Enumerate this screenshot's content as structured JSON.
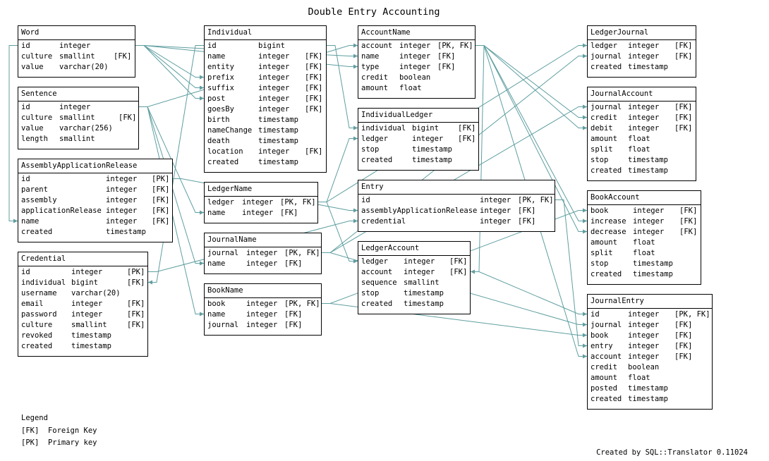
{
  "title": "Double Entry Accounting",
  "footer": "Created by SQL::Translator 0.11024",
  "legend": {
    "heading": "Legend",
    "items": [
      {
        "tag": "[FK]",
        "meaning": "Foreign Key"
      },
      {
        "tag": "[PK]",
        "meaning": "Primary key"
      }
    ]
  },
  "colors": {
    "line": "#5f9ea0",
    "border": "#000000",
    "background": "#ffffff"
  },
  "tables": [
    {
      "name": "Word",
      "columns": [
        {
          "name": "id",
          "type": "integer",
          "key": ""
        },
        {
          "name": "culture",
          "type": "smallint",
          "key": "[FK]"
        },
        {
          "name": "value",
          "type": "varchar(20)",
          "key": ""
        }
      ]
    },
    {
      "name": "Sentence",
      "columns": [
        {
          "name": "id",
          "type": "integer",
          "key": ""
        },
        {
          "name": "culture",
          "type": "smallint",
          "key": "[FK]"
        },
        {
          "name": "value",
          "type": "varchar(256)",
          "key": ""
        },
        {
          "name": "length",
          "type": "smallint",
          "key": ""
        }
      ]
    },
    {
      "name": "AssemblyApplicationRelease",
      "columns": [
        {
          "name": "id",
          "type": "integer",
          "key": "[PK]"
        },
        {
          "name": "parent",
          "type": "integer",
          "key": "[FK]"
        },
        {
          "name": "assembly",
          "type": "integer",
          "key": "[FK]"
        },
        {
          "name": "applicationRelease",
          "type": "integer",
          "key": "[FK]"
        },
        {
          "name": "name",
          "type": "integer",
          "key": "[FK]"
        },
        {
          "name": "created",
          "type": "timestamp",
          "key": ""
        }
      ]
    },
    {
      "name": "Credential",
      "columns": [
        {
          "name": "id",
          "type": "integer",
          "key": "[PK]"
        },
        {
          "name": "individual",
          "type": "bigint",
          "key": "[FK]"
        },
        {
          "name": "username",
          "type": "varchar(20)",
          "key": ""
        },
        {
          "name": "email",
          "type": "integer",
          "key": "[FK]"
        },
        {
          "name": "password",
          "type": "integer",
          "key": "[FK]"
        },
        {
          "name": "culture",
          "type": "smallint",
          "key": "[FK]"
        },
        {
          "name": "revoked",
          "type": "timestamp",
          "key": ""
        },
        {
          "name": "created",
          "type": "timestamp",
          "key": ""
        }
      ]
    },
    {
      "name": "Individual",
      "columns": [
        {
          "name": "id",
          "type": "bigint",
          "key": ""
        },
        {
          "name": "name",
          "type": "integer",
          "key": "[FK]"
        },
        {
          "name": "entity",
          "type": "integer",
          "key": "[FK]"
        },
        {
          "name": "prefix",
          "type": "integer",
          "key": "[FK]"
        },
        {
          "name": "suffix",
          "type": "integer",
          "key": "[FK]"
        },
        {
          "name": "post",
          "type": "integer",
          "key": "[FK]"
        },
        {
          "name": "goesBy",
          "type": "integer",
          "key": "[FK]"
        },
        {
          "name": "birth",
          "type": "timestamp",
          "key": ""
        },
        {
          "name": "nameChange",
          "type": "timestamp",
          "key": ""
        },
        {
          "name": "death",
          "type": "timestamp",
          "key": ""
        },
        {
          "name": "location",
          "type": "integer",
          "key": "[FK]"
        },
        {
          "name": "created",
          "type": "timestamp",
          "key": ""
        }
      ]
    },
    {
      "name": "LedgerName",
      "columns": [
        {
          "name": "ledger",
          "type": "integer",
          "key": "[PK, FK]"
        },
        {
          "name": "name",
          "type": "integer",
          "key": "[FK]"
        }
      ]
    },
    {
      "name": "JournalName",
      "columns": [
        {
          "name": "journal",
          "type": "integer",
          "key": "[PK, FK]"
        },
        {
          "name": "name",
          "type": "integer",
          "key": "[FK]"
        }
      ]
    },
    {
      "name": "BookName",
      "columns": [
        {
          "name": "book",
          "type": "integer",
          "key": "[PK, FK]"
        },
        {
          "name": "name",
          "type": "integer",
          "key": "[FK]"
        },
        {
          "name": "journal",
          "type": "integer",
          "key": "[FK]"
        }
      ]
    },
    {
      "name": "AccountName",
      "columns": [
        {
          "name": "account",
          "type": "integer",
          "key": "[PK, FK]"
        },
        {
          "name": "name",
          "type": "integer",
          "key": "[FK]"
        },
        {
          "name": "type",
          "type": "integer",
          "key": "[FK]"
        },
        {
          "name": "credit",
          "type": "boolean",
          "key": ""
        },
        {
          "name": "amount",
          "type": "float",
          "key": ""
        }
      ]
    },
    {
      "name": "IndividualLedger",
      "columns": [
        {
          "name": "individual",
          "type": "bigint",
          "key": "[FK]"
        },
        {
          "name": "ledger",
          "type": "integer",
          "key": "[FK]"
        },
        {
          "name": "stop",
          "type": "timestamp",
          "key": ""
        },
        {
          "name": "created",
          "type": "timestamp",
          "key": ""
        }
      ]
    },
    {
      "name": "Entry",
      "columns": [
        {
          "name": "id",
          "type": "integer",
          "key": "[PK, FK]"
        },
        {
          "name": "assemblyApplicationRelease",
          "type": "integer",
          "key": "[FK]"
        },
        {
          "name": "credential",
          "type": "integer",
          "key": "[FK]"
        }
      ]
    },
    {
      "name": "LedgerAccount",
      "columns": [
        {
          "name": "ledger",
          "type": "integer",
          "key": "[FK]"
        },
        {
          "name": "account",
          "type": "integer",
          "key": "[FK]"
        },
        {
          "name": "sequence",
          "type": "smallint",
          "key": ""
        },
        {
          "name": "stop",
          "type": "timestamp",
          "key": ""
        },
        {
          "name": "created",
          "type": "timestamp",
          "key": ""
        }
      ]
    },
    {
      "name": "LedgerJournal",
      "columns": [
        {
          "name": "ledger",
          "type": "integer",
          "key": "[FK]"
        },
        {
          "name": "journal",
          "type": "integer",
          "key": "[FK]"
        },
        {
          "name": "created",
          "type": "timestamp",
          "key": ""
        }
      ]
    },
    {
      "name": "JournalAccount",
      "columns": [
        {
          "name": "journal",
          "type": "integer",
          "key": "[FK]"
        },
        {
          "name": "credit",
          "type": "integer",
          "key": "[FK]"
        },
        {
          "name": "debit",
          "type": "integer",
          "key": "[FK]"
        },
        {
          "name": "amount",
          "type": "float",
          "key": ""
        },
        {
          "name": "split",
          "type": "float",
          "key": ""
        },
        {
          "name": "stop",
          "type": "timestamp",
          "key": ""
        },
        {
          "name": "created",
          "type": "timestamp",
          "key": ""
        }
      ]
    },
    {
      "name": "BookAccount",
      "columns": [
        {
          "name": "book",
          "type": "integer",
          "key": "[FK]"
        },
        {
          "name": "increase",
          "type": "integer",
          "key": "[FK]"
        },
        {
          "name": "decrease",
          "type": "integer",
          "key": "[FK]"
        },
        {
          "name": "amount",
          "type": "float",
          "key": ""
        },
        {
          "name": "split",
          "type": "float",
          "key": ""
        },
        {
          "name": "stop",
          "type": "timestamp",
          "key": ""
        },
        {
          "name": "created",
          "type": "timestamp",
          "key": ""
        }
      ]
    },
    {
      "name": "JournalEntry",
      "columns": [
        {
          "name": "id",
          "type": "integer",
          "key": "[PK, FK]"
        },
        {
          "name": "journal",
          "type": "integer",
          "key": "[FK]"
        },
        {
          "name": "book",
          "type": "integer",
          "key": "[FK]"
        },
        {
          "name": "entry",
          "type": "integer",
          "key": "[FK]"
        },
        {
          "name": "account",
          "type": "integer",
          "key": "[FK]"
        },
        {
          "name": "credit",
          "type": "boolean",
          "key": ""
        },
        {
          "name": "amount",
          "type": "float",
          "key": ""
        },
        {
          "name": "posted",
          "type": "timestamp",
          "key": ""
        },
        {
          "name": "created",
          "type": "timestamp",
          "key": ""
        }
      ]
    }
  ]
}
